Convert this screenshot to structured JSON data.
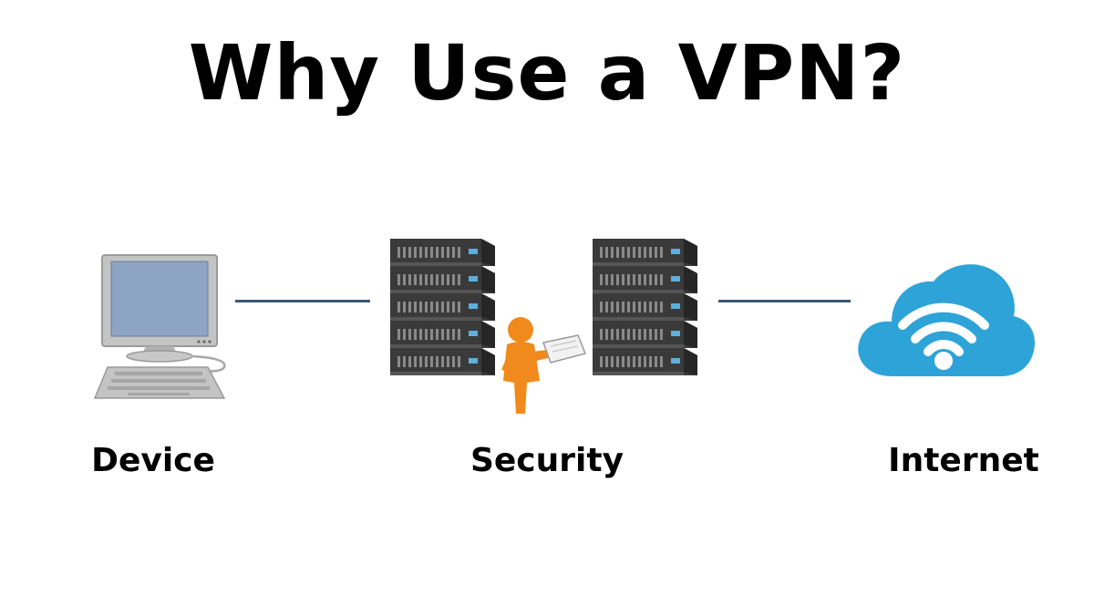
{
  "title": "Why Use a VPN?",
  "nodes": {
    "device": {
      "label": "Device"
    },
    "security": {
      "label": "Security"
    },
    "internet": {
      "label": "Internet"
    }
  },
  "colors": {
    "connector": "#3c5678",
    "cloud": "#2ea3d8",
    "screen": "#8ea4c4",
    "monitor": "#b9b9b9",
    "server": "#3a3a3a",
    "server_light": "#5bb0de",
    "person": "#f08a1c"
  },
  "icons": {
    "device": "desktop-computer-icon",
    "security": "vpn-servers-icon",
    "internet": "wifi-cloud-icon"
  }
}
